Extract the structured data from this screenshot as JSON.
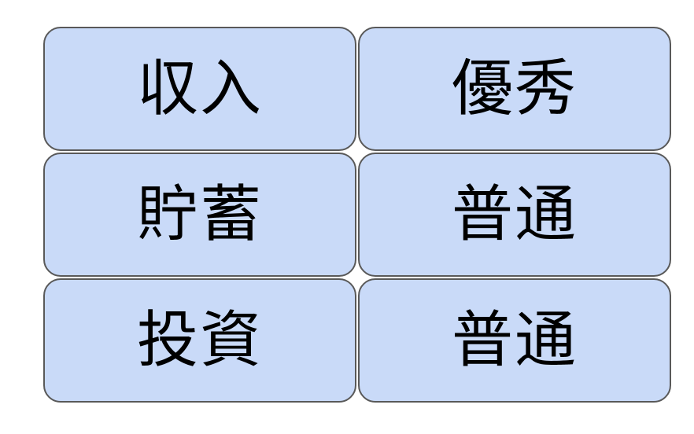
{
  "colors": {
    "cell_fill": "#c9daf8",
    "cell_border": "#595959",
    "text": "#000000"
  },
  "rows": [
    {
      "category": "収入",
      "rating": "優秀"
    },
    {
      "category": "貯蓄",
      "rating": "普通"
    },
    {
      "category": "投資",
      "rating": "普通"
    }
  ]
}
